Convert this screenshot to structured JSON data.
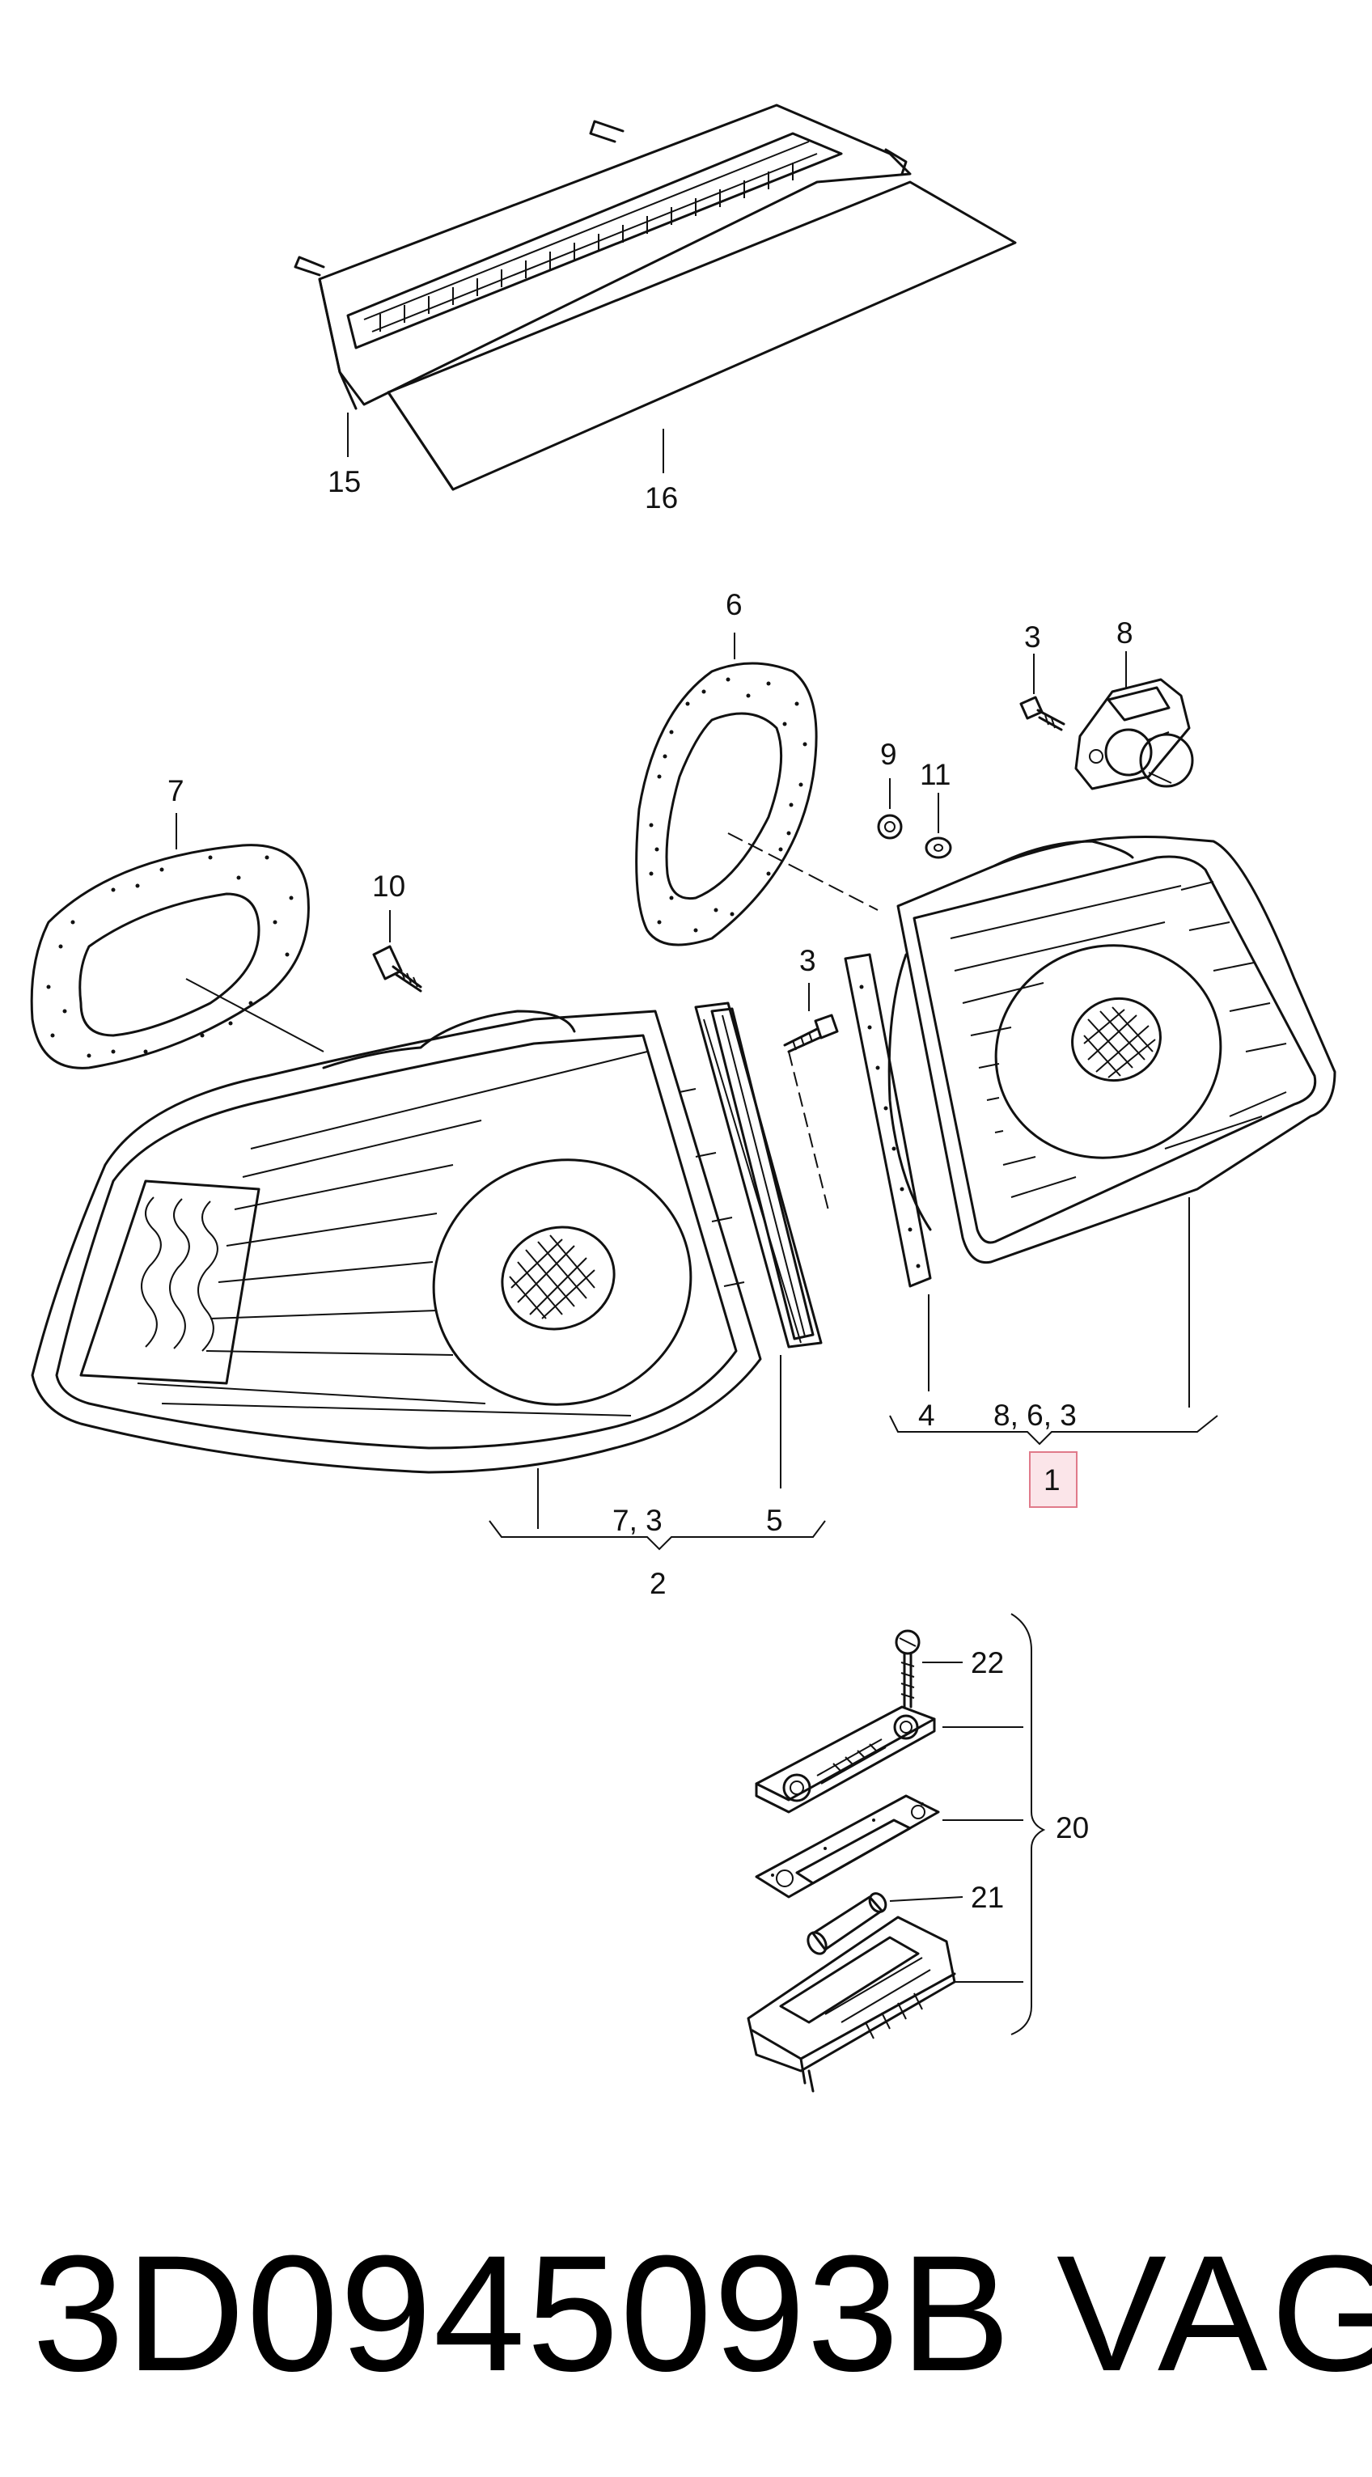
{
  "callouts": {
    "c1": "1",
    "c2": "2",
    "c3a": "3",
    "c3b": "3",
    "c4": "4",
    "c5": "5",
    "c6": "6",
    "c7": "7",
    "c8": "8",
    "c9": "9",
    "c10": "10",
    "c11": "11",
    "c15": "15",
    "c16": "16",
    "c20": "20",
    "c21": "21",
    "c22": "22",
    "group1_items": "8, 6, 3",
    "group2_items": "7, 3"
  },
  "footer": {
    "part_number": "3D0945093B",
    "brand": "VAG"
  },
  "highlight_color": "#e07a8a"
}
